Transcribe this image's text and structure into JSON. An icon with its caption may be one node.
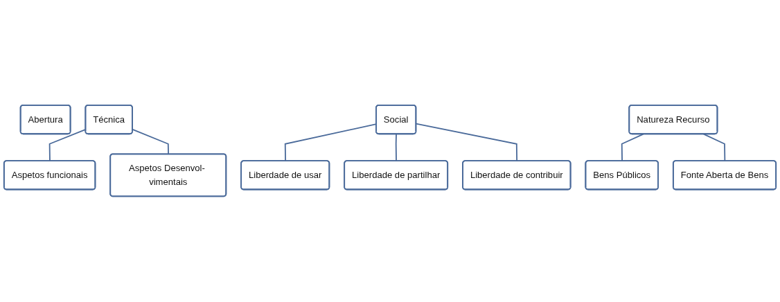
{
  "diagram": {
    "nodes": [
      {
        "text": [
          "Abertura"
        ]
      },
      {
        "text": [
          "Técnica"
        ]
      },
      {
        "text": [
          "Social"
        ]
      },
      {
        "text": [
          "Natureza Recurso"
        ]
      },
      {
        "text": [
          "Aspetos funcionais"
        ]
      },
      {
        "text": [
          "Aspetos Desenvol- vimentais"
        ]
      },
      {
        "text": [
          "Liberdade de usar"
        ]
      },
      {
        "text": [
          "Liberdade de contribuir"
        ]
      },
      {
        "text": [
          "Liberdade de partilhar"
        ]
      },
      {
        "text": [
          "Bens Públicos"
        ]
      },
      {
        "text": [
          "Fonte Aberta de Bens"
        ]
      }
    ],
    "edges": [
      {
        "from": 1,
        "to": 4,
        "arrow": "none"
      },
      {
        "from": 1,
        "to": 5,
        "arrow": "none"
      },
      {
        "from": 2,
        "to": 6,
        "arrow": "none"
      },
      {
        "from": 2,
        "to": 8,
        "arrow": "none"
      },
      {
        "from": 2,
        "to": 7,
        "arrow": "none"
      },
      {
        "from": 3,
        "to": 9,
        "arrow": "none"
      },
      {
        "from": 3,
        "to": 10,
        "arrow": "none"
      }
    ]
  }
}
